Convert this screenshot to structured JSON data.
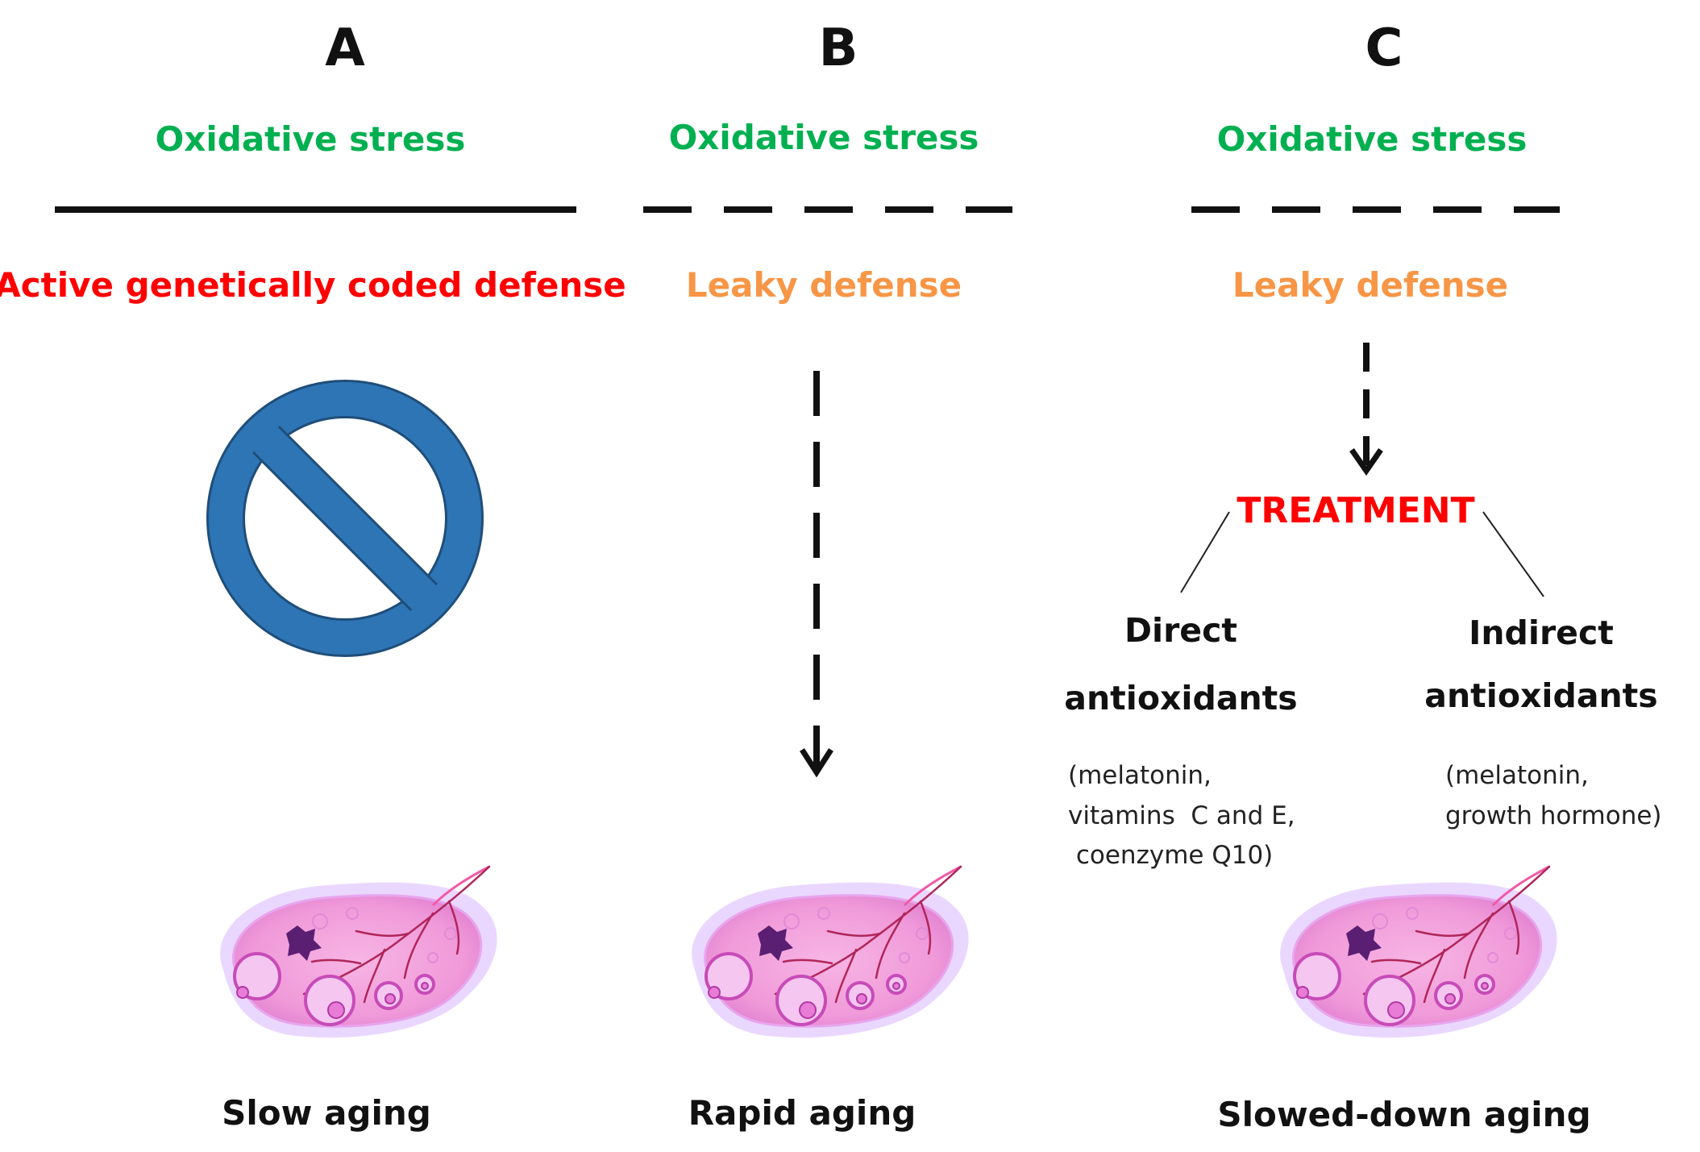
{
  "panels": [
    {
      "letter": "A",
      "stress": "Oxidative stress",
      "defense": "Active genetically coded defense",
      "outcome": "Slow aging"
    },
    {
      "letter": "B",
      "stress": "Oxidative stress",
      "defense": "Leaky defense",
      "outcome": "Rapid aging"
    },
    {
      "letter": "C",
      "stress": "Oxidative stress",
      "defense": "Leaky defense",
      "treatment": "TREATMENT",
      "direct": {
        "line1": "Direct",
        "line2": "antioxidants",
        "examples": "(melatonin,\nvitamins  C and E,\n coenzyme Q10)"
      },
      "indirect": {
        "line1": "Indirect",
        "line2": "antioxidants",
        "examples": "(melatonin,\ngrowth hormone)"
      },
      "outcome": "Slowed-down aging"
    }
  ],
  "colors": {
    "stress": "#00b050",
    "active_defense": "#ff0000",
    "leaky_defense": "#f79646",
    "treatment": "#ff0000",
    "prohibition_fill": "#2e75b6",
    "prohibition_stroke": "#1f4e79"
  },
  "icons": {
    "prohibition": "prohibition-sign-icon",
    "ovary": "ovary-illustration-icon"
  }
}
